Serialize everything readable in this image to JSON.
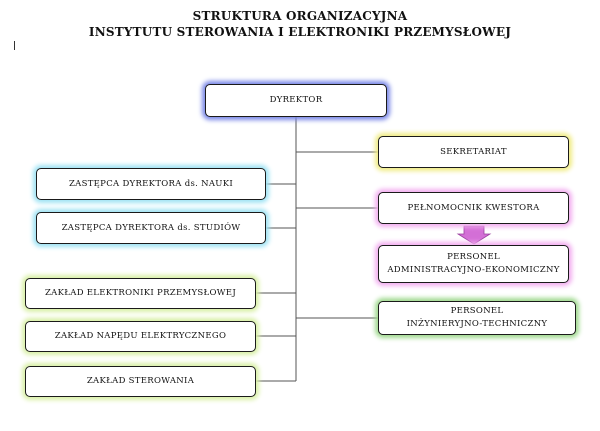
{
  "title_line1": "STRUKTURA ORGANIZACYJNA",
  "title_line2": "INSTYTUTU STEROWANIA I ELEKTRONIKI PRZEMYSŁOWEJ",
  "glow_colors": {
    "director": "#7a88e8",
    "secretariat": "#f0ec84",
    "deputies": "#9ee3f4",
    "quaestor": "#f2aef0",
    "departments": "#d9f0a6",
    "technical": "#9fd98e"
  },
  "arrow_color": "#d36fd6",
  "nodes": {
    "director": "DYREKTOR",
    "secretariat": "SEKRETARIAT",
    "deputy_science": "ZASTĘPCA DYREKTORA ds. NAUKI",
    "deputy_studies": "ZASTĘPCA DYREKTORA ds. STUDIÓW",
    "quaestor_proxy": "PEŁNOMOCNIK KWESTORA",
    "admin_staff_line1": "PERSONEL",
    "admin_staff_line2": "ADMINISTRACYJNO-EKONOMICZNY",
    "tech_staff_line1": "PERSONEL",
    "tech_staff_line2": "INŻYNIERYJNO-TECHNICZNY",
    "dept_electronics": "ZAKŁAD ELEKTRONIKI PRZEMYSŁOWEJ",
    "dept_drive": "ZAKŁAD NAPĘDU ELEKTRYCZNEGO",
    "dept_control": "ZAKŁAD STEROWANIA"
  }
}
